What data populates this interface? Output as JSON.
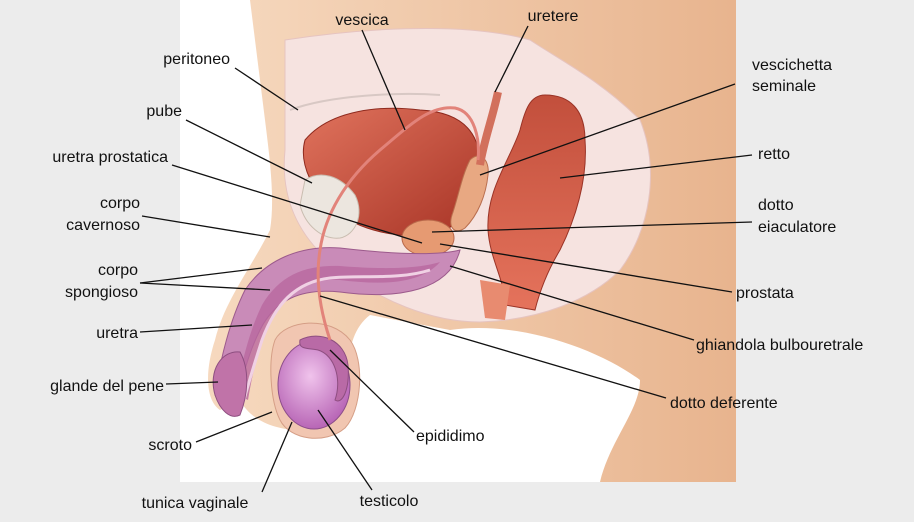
{
  "colors": {
    "background": "#ececec",
    "skin": "#f0c9a8",
    "tissue_light": "#f6e3e0",
    "bladder": "#c84b3a",
    "penile_tissue": "#b96a9e",
    "testicle": "#d38bd0",
    "leader": "#111111"
  },
  "labels": {
    "vescica": "vescica",
    "uretere": "uretere",
    "peritoneo": "peritoneo",
    "vescichetta_seminale_1": "vescichetta",
    "vescichetta_seminale_2": "seminale",
    "pube": "pube",
    "retto": "retto",
    "uretra_prostatica": "uretra prostatica",
    "corpo_cavernoso_1": "corpo",
    "corpo_cavernoso_2": "cavernoso",
    "dotto_eiaculatore_1": "dotto",
    "dotto_eiaculatore_2": "eiaculatore",
    "corpo_spongioso_1": "corpo",
    "corpo_spongioso_2": "spongioso",
    "prostata": "prostata",
    "uretra": "uretra",
    "ghiandola_bulbouretrale": "ghiandola bulbouretrale",
    "glande_del_pene": "glande del pene",
    "dotto_deferente": "dotto deferente",
    "scroto": "scroto",
    "epididimo": "epididimo",
    "tunica_vaginale": "tunica vaginale",
    "testicolo": "testicolo"
  }
}
